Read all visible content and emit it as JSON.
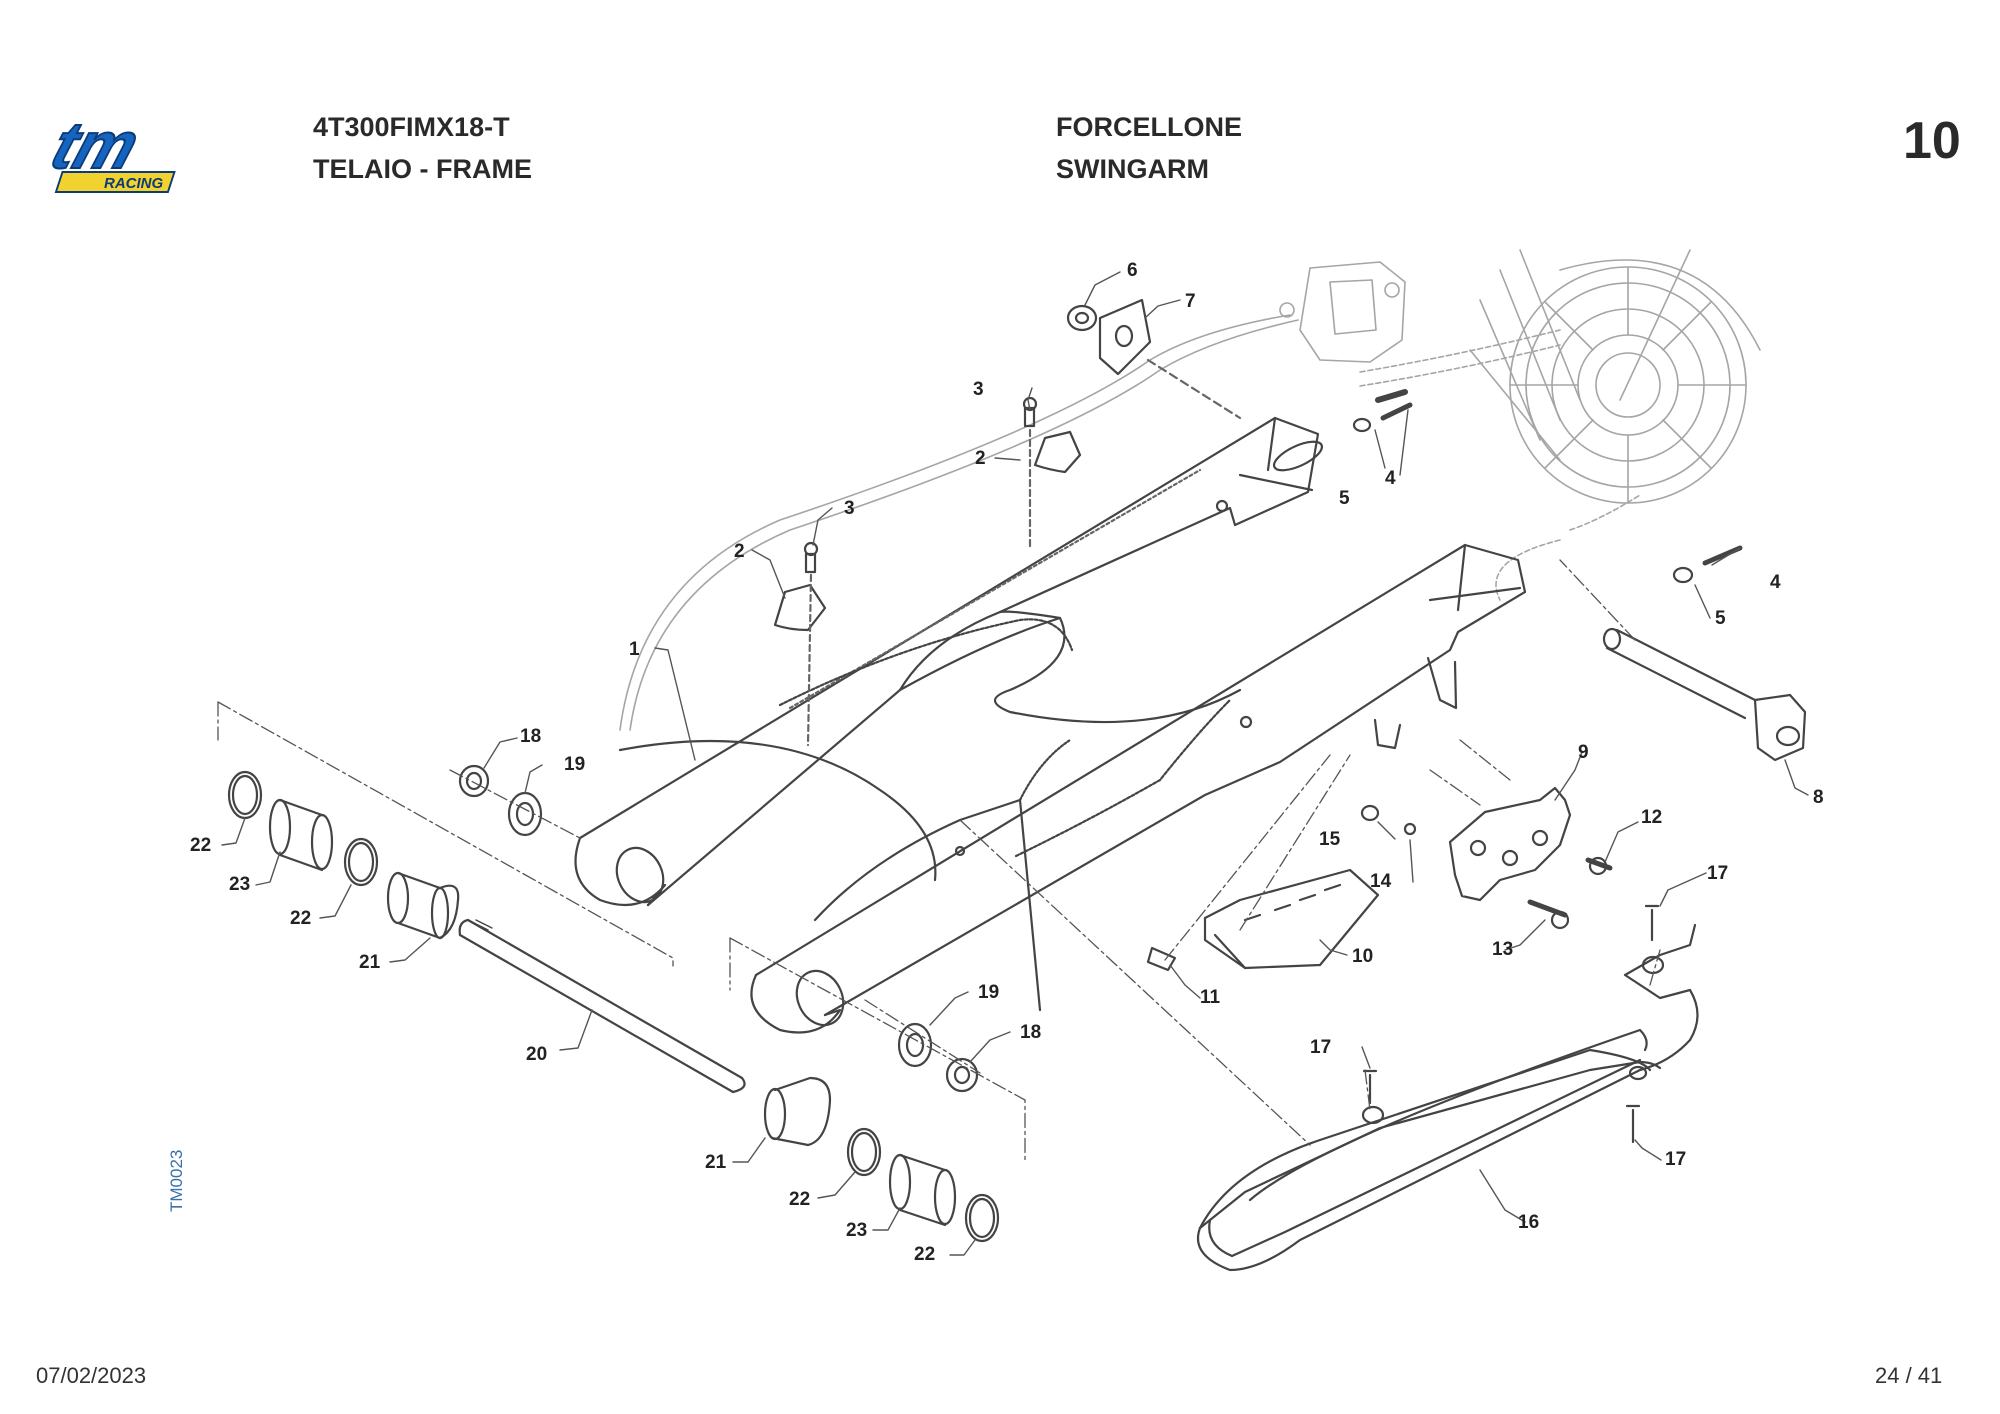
{
  "brand": {
    "logo_text": "tm",
    "logo_subtext": "RACING"
  },
  "header": {
    "model": "4T300FIMX18-T",
    "group": "TELAIO - FRAME",
    "section_it": "FORCELLONE",
    "section_en": "SWINGARM",
    "table_number": "10"
  },
  "drawing": {
    "code": "TM0023",
    "callouts": [
      {
        "id": "c1",
        "label": "1"
      },
      {
        "id": "c2a",
        "label": "2"
      },
      {
        "id": "c2b",
        "label": "2"
      },
      {
        "id": "c3a",
        "label": "3"
      },
      {
        "id": "c3b",
        "label": "3"
      },
      {
        "id": "c4a",
        "label": "4"
      },
      {
        "id": "c4b",
        "label": "4"
      },
      {
        "id": "c5a",
        "label": "5"
      },
      {
        "id": "c5b",
        "label": "5"
      },
      {
        "id": "c6",
        "label": "6"
      },
      {
        "id": "c7",
        "label": "7"
      },
      {
        "id": "c8",
        "label": "8"
      },
      {
        "id": "c9",
        "label": "9"
      },
      {
        "id": "c10",
        "label": "10"
      },
      {
        "id": "c11",
        "label": "11"
      },
      {
        "id": "c12",
        "label": "12"
      },
      {
        "id": "c13",
        "label": "13"
      },
      {
        "id": "c14",
        "label": "14"
      },
      {
        "id": "c15",
        "label": "15"
      },
      {
        "id": "c16",
        "label": "16"
      },
      {
        "id": "c17a",
        "label": "17"
      },
      {
        "id": "c17b",
        "label": "17"
      },
      {
        "id": "c17c",
        "label": "17"
      },
      {
        "id": "c18a",
        "label": "18"
      },
      {
        "id": "c18b",
        "label": "18"
      },
      {
        "id": "c19a",
        "label": "19"
      },
      {
        "id": "c19b",
        "label": "19"
      },
      {
        "id": "c20",
        "label": "20"
      },
      {
        "id": "c21a",
        "label": "21"
      },
      {
        "id": "c21b",
        "label": "21"
      },
      {
        "id": "c22a",
        "label": "22"
      },
      {
        "id": "c22b",
        "label": "22"
      },
      {
        "id": "c22c",
        "label": "22"
      },
      {
        "id": "c22d",
        "label": "22"
      },
      {
        "id": "c23a",
        "label": "23"
      },
      {
        "id": "c23b",
        "label": "23"
      }
    ]
  },
  "footer": {
    "date": "07/02/2023",
    "page": "24 / 41"
  },
  "colors": {
    "logo_blue": "#1565c0",
    "logo_yellow": "#f2d22e",
    "code_blue": "#3a6fa8",
    "ink": "#2a2a2a"
  }
}
